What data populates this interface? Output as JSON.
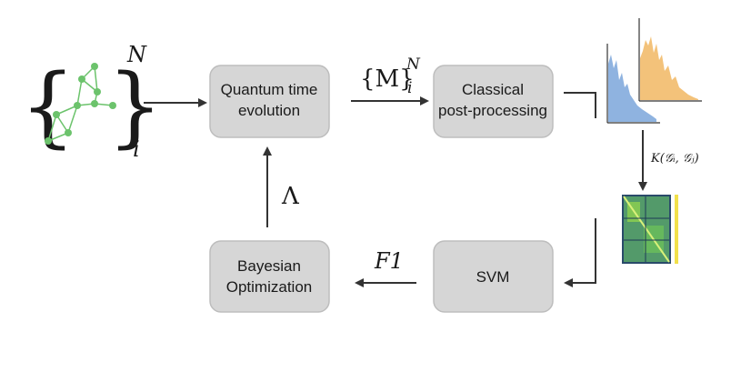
{
  "nodes": {
    "quantum": {
      "line1": "Quantum time",
      "line2": "evolution"
    },
    "classical": {
      "line1": "Classical",
      "line2": "post-processing"
    },
    "svm": {
      "label": "SVM"
    },
    "bayes": {
      "line1": "Bayesian",
      "line2": "Optimization"
    }
  },
  "edge_labels": {
    "measurements": {
      "base": "{M}",
      "sub": "i",
      "sup": "N"
    },
    "lambda": "Λ",
    "f1": "F1",
    "kernel": "K(𝒢ᵢ, 𝒢ⱼ)"
  },
  "graph_set": {
    "open": "{",
    "close": "}",
    "sup": "N",
    "sub": "i"
  },
  "colors": {
    "box_fill": "#d6d6d6",
    "graph_green": "#6cc36c",
    "hist_blue": "#8fb3e0",
    "hist_orange": "#f3c27a",
    "heatmap_dark": "#2a4a6a",
    "heatmap_green": "#8fd14f"
  }
}
